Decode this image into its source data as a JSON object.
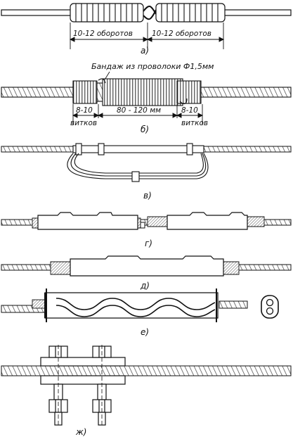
{
  "figures": {
    "a": {
      "caption": "а)",
      "dim_left": "10-12 оборотов",
      "dim_right": "10-12 оборотов"
    },
    "b": {
      "caption": "б)",
      "title": "Бандаж из проволоки Ф1,5мм",
      "dim_left_top": "8-10",
      "dim_left_bottom": "витков",
      "dim_center": "80 - 120 мм",
      "dim_right_top": "8-10",
      "dim_right_bottom": "витков"
    },
    "v": {
      "caption": "в)"
    },
    "g": {
      "caption": "г)"
    },
    "d": {
      "caption": "д)"
    },
    "e": {
      "caption": "е)"
    },
    "zh": {
      "caption": "ж)"
    }
  },
  "colors": {
    "ink": "#111111",
    "paper": "#ffffff",
    "hatch": "#555555"
  }
}
